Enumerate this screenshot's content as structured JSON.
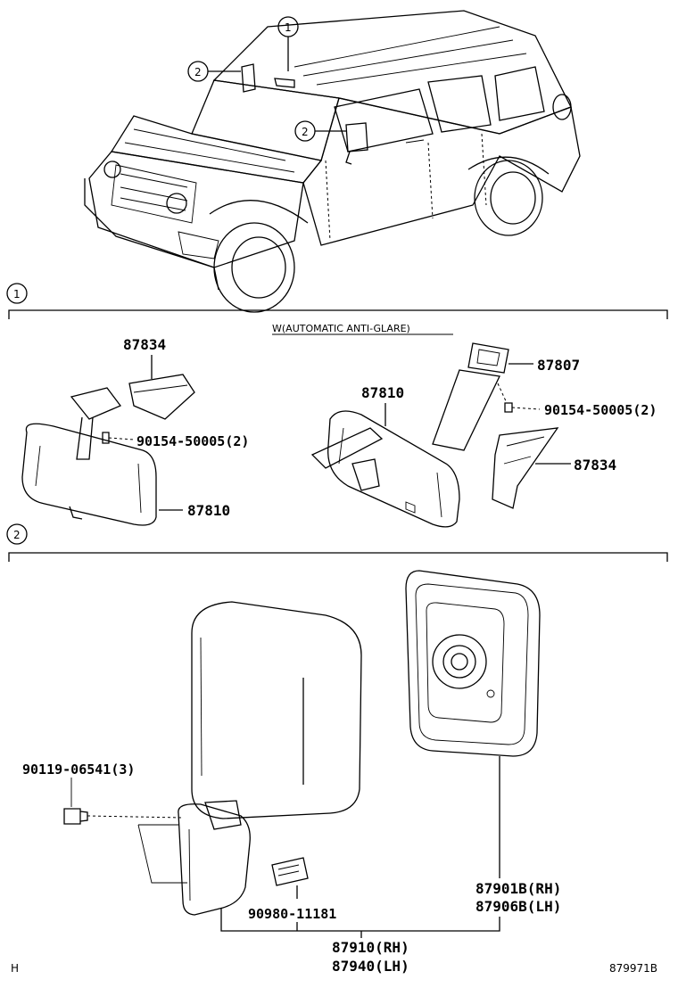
{
  "callouts": {
    "one": "1",
    "two": "2"
  },
  "section_1": {
    "marker": "1",
    "note": "W(AUTOMATIC ANTI-GLARE)",
    "left_parts": [
      "87834",
      "90154-50005(2)",
      "87810"
    ],
    "right_parts": [
      "87807",
      "87810",
      "90154-50005(2)",
      "87834"
    ]
  },
  "section_2": {
    "marker": "2",
    "bolt": "90119-06541(3)",
    "connector": "90980-11181",
    "glass_rh": "87901B(RH)",
    "glass_lh": "87906B(LH)",
    "assy_rh": "87910(RH)",
    "assy_lh": "87940(LH)"
  },
  "footer": {
    "left_code": "H",
    "right_code": "879971B"
  }
}
